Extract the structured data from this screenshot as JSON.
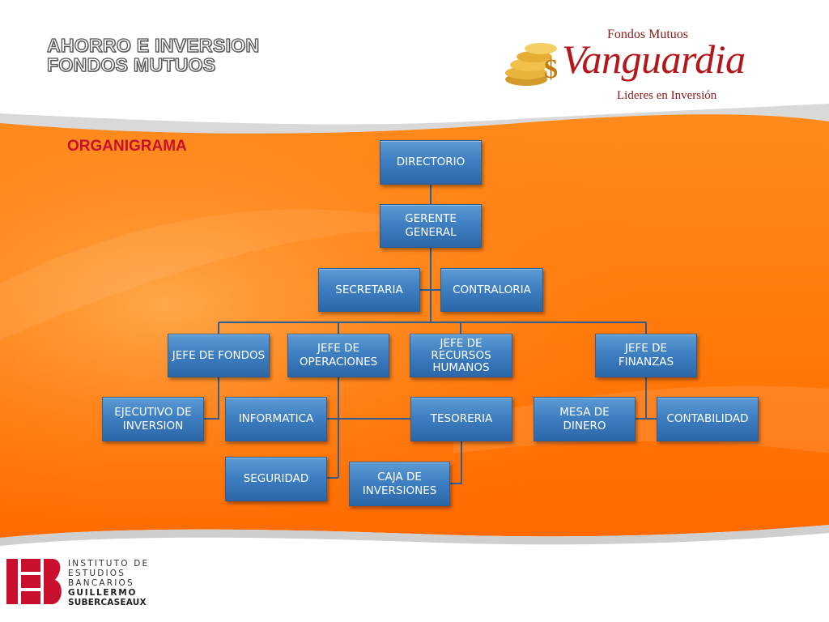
{
  "header": {
    "title_line1": "AHORRO E INVERSION",
    "title_line2": "FONDOS MUTUOS"
  },
  "logo": {
    "top_text": "Fondos Mutuos",
    "main_text": "Vanguardia",
    "sub_text": "Lideres en Inversión",
    "icon": "gold-coins-icon"
  },
  "section_title": "ORGANIGRAMA",
  "org": {
    "directorio": "DIRECTORIO",
    "gerente_general": "GERENTE\nGENERAL",
    "secretaria": "SECRETARIA",
    "contraloria": "CONTRALORIA",
    "jefe_fondos": "JEFE DE FONDOS",
    "jefe_operaciones": "JEFE DE\nOPERACIONES",
    "jefe_rrhh": "JEFE DE\nRECURSOS\nHUMANOS",
    "jefe_finanzas": "JEFE DE\nFINANZAS",
    "ejecutivo_inversion": "EJECUTIVO DE\nINVERSION",
    "informatica": "INFORMATICA",
    "tesoreria": "TESORERIA",
    "mesa_dinero": "MESA DE\nDINERO",
    "contabilidad": "CONTABILIDAD",
    "seguridad": "SEGURIDAD",
    "caja_inversiones": "CAJA DE\nINVERSIONES"
  },
  "footer": {
    "line1": "INSTITUTO DE",
    "line2": "ESTUDIOS",
    "line3": "BANCARIOS",
    "line4": "GUILLERMO",
    "line5": "SUBERCASEAUX",
    "icon": "ieb-logo-icon"
  },
  "colors": {
    "orange_main": "#ff7a0a",
    "orange_light": "#ffa545",
    "box_blue": "#3f80c2",
    "title_red": "#c8102e",
    "logo_red": "#b5161b"
  }
}
